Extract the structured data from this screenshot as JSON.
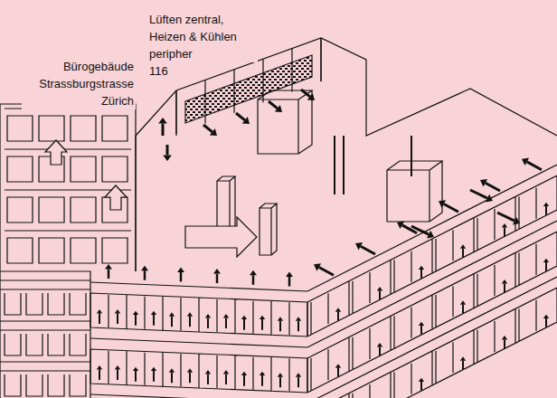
{
  "diagram": {
    "labels": [
      "Bürogebäude Strassburgstrasse Zürich",
      "Lüften zentral, Heizen & Kühlen peripher",
      "116"
    ]
  }
}
